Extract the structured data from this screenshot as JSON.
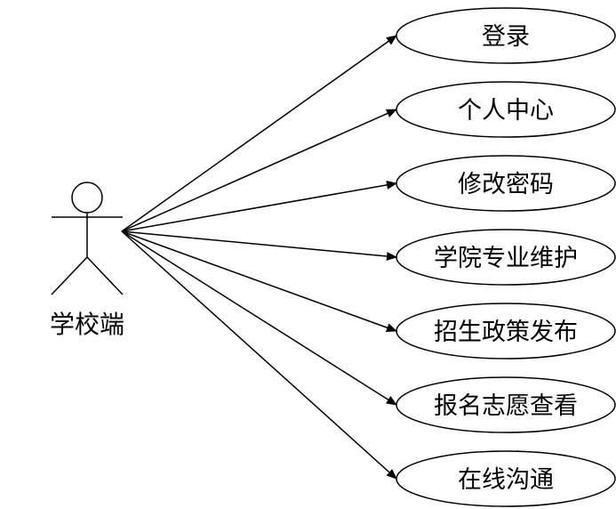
{
  "diagram": {
    "actor": {
      "label": "学校端",
      "icon": "stick-figure-icon"
    },
    "use_cases": [
      {
        "label": "登录"
      },
      {
        "label": "个人中心"
      },
      {
        "label": "修改密码"
      },
      {
        "label": "学院专业维护"
      },
      {
        "label": "招生政策发布"
      },
      {
        "label": "报名志愿查看"
      },
      {
        "label": "在线沟通"
      }
    ],
    "colors": {
      "stroke": "#000000",
      "background": "#ffffff"
    }
  }
}
